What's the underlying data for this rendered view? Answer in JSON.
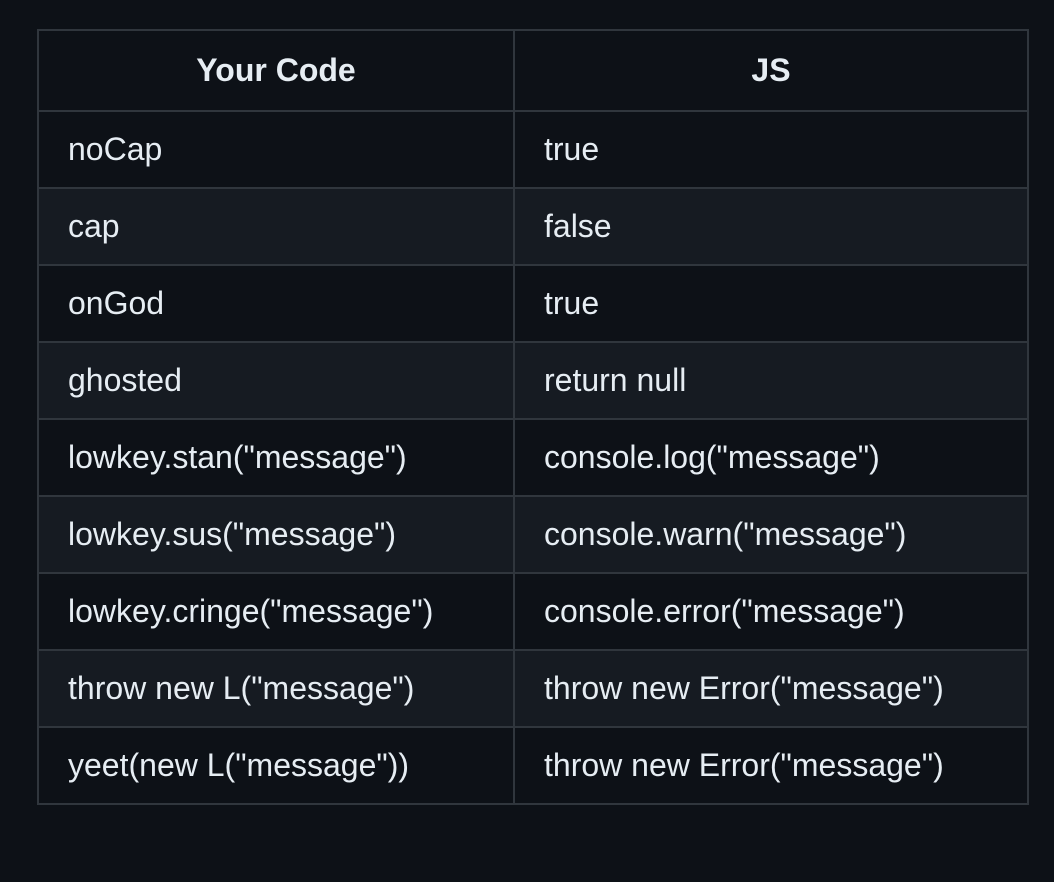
{
  "table": {
    "headers": [
      "Your Code",
      "JS"
    ],
    "rows": [
      [
        "noCap",
        "true"
      ],
      [
        "cap",
        "false"
      ],
      [
        "onGod",
        "true"
      ],
      [
        "ghosted",
        "return null"
      ],
      [
        "lowkey.stan(\"message\")",
        "console.log(\"message\")"
      ],
      [
        "lowkey.sus(\"message\")",
        "console.warn(\"message\")"
      ],
      [
        "lowkey.cringe(\"message\")",
        "console.error(\"message\")"
      ],
      [
        "throw new L(\"message\")",
        "throw new Error(\"message\")"
      ],
      [
        "yeet(new L(\"message\"))",
        "throw new Error(\"message\")"
      ]
    ]
  }
}
